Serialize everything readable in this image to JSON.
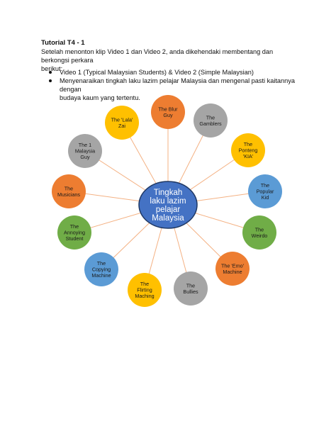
{
  "doc": {
    "title": "Tutorial T4 - 1",
    "intro_line1": "Setelah  menonton klip Video 1 dan Video 2, anda dikehendaki membentang dan berkongsi perkara",
    "intro_line2": "berikut:",
    "bullets": [
      {
        "line1": "Video 1 (Typical Malaysian Students) & Video 2 (Simple Malaysian)",
        "line2": ""
      },
      {
        "line1": "Menyenaraikan tingkah laku lazim pelajar Malaysia dan mengenal pasti kaitannya dengan",
        "line2": "budaya kaum yang tertentu."
      }
    ]
  },
  "diagram": {
    "center": {
      "lines": [
        "Tingkah",
        "laku lazim",
        "pelajar",
        "Malaysia"
      ],
      "color": "#4472C4"
    },
    "line_color": "#F4B183",
    "nodes": [
      {
        "lines": [
          "The Blur",
          "Guy"
        ],
        "color": "#ED7D31"
      },
      {
        "lines": [
          "The",
          "Gamblers"
        ],
        "color": "#A5A5A5"
      },
      {
        "lines": [
          "The",
          "Ponteng",
          "'KIA'"
        ],
        "color": "#FFC000"
      },
      {
        "lines": [
          "The",
          "Popular",
          "Kid"
        ],
        "color": "#5B9BD5"
      },
      {
        "lines": [
          "The",
          "Weirdo"
        ],
        "color": "#70AD47"
      },
      {
        "lines": [
          "The 'Emo'",
          "Machine"
        ],
        "color": "#ED7D31"
      },
      {
        "lines": [
          "The",
          "Bullies"
        ],
        "color": "#A5A5A5"
      },
      {
        "lines": [
          "The",
          "Flirting",
          "Maching"
        ],
        "color": "#FFC000"
      },
      {
        "lines": [
          "The",
          "Copying",
          "Machine"
        ],
        "color": "#5B9BD5"
      },
      {
        "lines": [
          "The",
          "Annoying",
          "Student"
        ],
        "color": "#70AD47"
      },
      {
        "lines": [
          "The",
          "Musicians"
        ],
        "color": "#ED7D31"
      },
      {
        "lines": [
          "The 1",
          "Malaysia",
          "Guy"
        ],
        "color": "#A5A5A5"
      },
      {
        "lines": [
          "The 'Lala'",
          "Zai"
        ],
        "color": "#FFC000"
      }
    ]
  }
}
